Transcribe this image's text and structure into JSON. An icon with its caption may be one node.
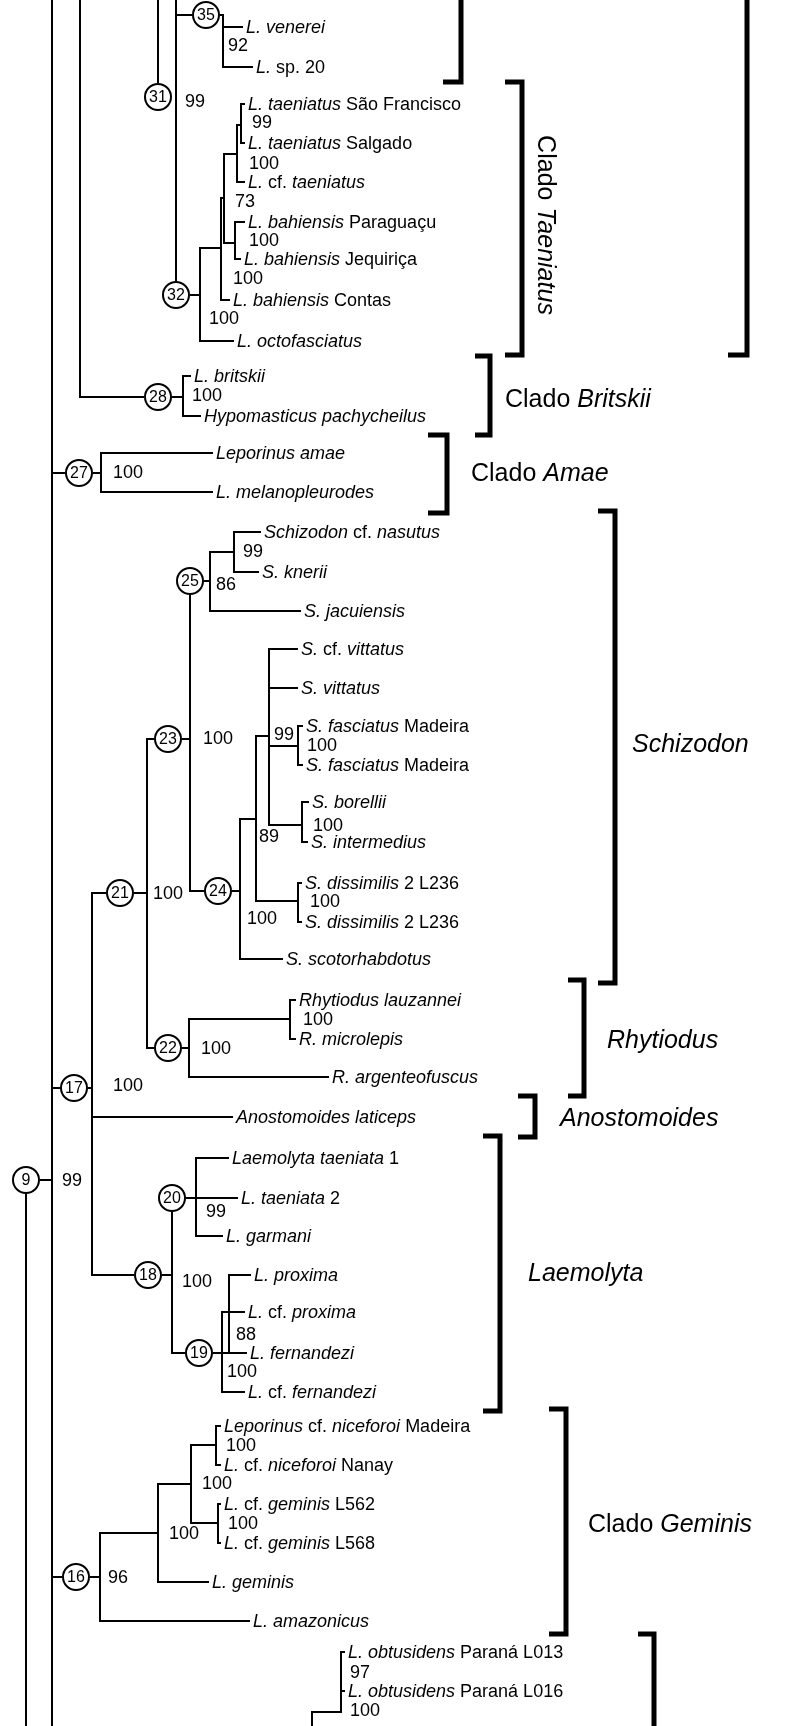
{
  "diagram": {
    "nodes": [
      {
        "text": [
          "35"
        ]
      },
      {
        "text": [
          "L. venerei"
        ]
      },
      {
        "text": [
          "*L.* sp. 20"
        ]
      },
      {
        "text": [
          "31"
        ]
      },
      {
        "text": [
          "*L. taeniatus* São Francisco"
        ]
      },
      {
        "text": [
          "*L. taeniatus* Salgado"
        ]
      },
      {
        "text": [
          "*L.* cf. *taeniatus*"
        ]
      },
      {
        "text": [
          "*L. bahiensis* Paraguaçu"
        ]
      },
      {
        "text": [
          "*L. bahiensis* Jequiriça"
        ]
      },
      {
        "text": [
          "32"
        ]
      },
      {
        "text": [
          "*L. bahiensis* Contas"
        ]
      },
      {
        "text": [
          "L. octofasciatus"
        ]
      },
      {
        "text": [
          "L. britskii"
        ]
      },
      {
        "text": [
          "28"
        ]
      },
      {
        "text": [
          "Hypomasticus pachycheilus"
        ]
      },
      {
        "text": [
          "27"
        ]
      },
      {
        "text": [
          "Leporinus amae"
        ]
      },
      {
        "text": [
          "L. melanopleurodes"
        ]
      },
      {
        "text": [
          "*Schizodon* cf. *nasutus*"
        ]
      },
      {
        "text": [
          "S. knerii"
        ]
      },
      {
        "text": [
          "25"
        ]
      },
      {
        "text": [
          "S. jacuiensis"
        ]
      },
      {
        "text": [
          "*S.* cf. *vittatus*"
        ]
      },
      {
        "text": [
          "S. vittatus"
        ]
      },
      {
        "text": [
          "23"
        ]
      },
      {
        "text": [
          "*S. fasciatus* Madeira"
        ]
      },
      {
        "text": [
          "*S. fasciatus* Madeira"
        ]
      },
      {
        "text": [
          "S. borellii"
        ]
      },
      {
        "text": [
          "S. intermedius"
        ]
      },
      {
        "text": [
          "21"
        ]
      },
      {
        "text": [
          "24"
        ]
      },
      {
        "text": [
          "*S. dissimilis* 2 L236"
        ]
      },
      {
        "text": [
          "*S. dissimilis* 2 L236"
        ]
      },
      {
        "text": [
          "S. scotorhabdotus"
        ]
      },
      {
        "text": [
          "Rhytiodus lauzannei"
        ]
      },
      {
        "text": [
          "R. microlepis"
        ]
      },
      {
        "text": [
          "22"
        ]
      },
      {
        "text": [
          "R. argenteofuscus"
        ]
      },
      {
        "text": [
          "17"
        ]
      },
      {
        "text": [
          "Anostomoides laticeps"
        ]
      },
      {
        "text": [
          "9"
        ]
      },
      {
        "text": [
          "*Laemolyta taeniata* 1"
        ]
      },
      {
        "text": [
          "20"
        ]
      },
      {
        "text": [
          "*L. taeniata* 2"
        ]
      },
      {
        "text": [
          "L. garmani"
        ]
      },
      {
        "text": [
          "18"
        ]
      },
      {
        "text": [
          "L. proxima"
        ]
      },
      {
        "text": [
          "*L.* cf. *proxima*"
        ]
      },
      {
        "text": [
          "L. fernandezi"
        ]
      },
      {
        "text": [
          "19"
        ]
      },
      {
        "text": [
          "*L.* cf. *fernandezi*"
        ]
      },
      {
        "text": [
          "*Leporinus* cf. *niceforoi* Madeira"
        ]
      },
      {
        "text": [
          "*L.* cf. *niceforoi* Nanay"
        ]
      },
      {
        "text": [
          "*L.* cf. *geminis* L562"
        ]
      },
      {
        "text": [
          "*L.* cf. *geminis* L568"
        ]
      },
      {
        "text": [
          "16"
        ]
      },
      {
        "text": [
          "L. geminis"
        ]
      },
      {
        "text": [
          "L. amazonicus"
        ]
      },
      {
        "text": [
          "*L. obtusidens* Paraná L013"
        ]
      },
      {
        "text": [
          "*L. obtusidens* Paraná L016"
        ]
      }
    ],
    "edges": [
      {
        "from": 0,
        "to": 1,
        "arrow": "none"
      },
      {
        "from": 0,
        "to": 2,
        "arrow": "none"
      },
      {
        "from": null,
        "to": 3,
        "arrow": "none"
      },
      {
        "from": 0,
        "to": 9,
        "arrow": "none"
      },
      {
        "from": 9,
        "to": 4,
        "arrow": "none"
      },
      {
        "from": 9,
        "to": 5,
        "arrow": "none"
      },
      {
        "from": 9,
        "to": 6,
        "arrow": "none"
      },
      {
        "from": 9,
        "to": 7,
        "arrow": "none"
      },
      {
        "from": 9,
        "to": 8,
        "arrow": "none"
      },
      {
        "from": 9,
        "to": 10,
        "arrow": "none"
      },
      {
        "from": 9,
        "to": 11,
        "arrow": "none"
      },
      {
        "from": null,
        "to": 13,
        "arrow": "none"
      },
      {
        "from": 13,
        "to": 12,
        "arrow": "none"
      },
      {
        "from": 13,
        "to": 14,
        "arrow": "none"
      },
      {
        "from": 40,
        "to": 15,
        "arrow": "none"
      },
      {
        "from": 15,
        "to": 16,
        "arrow": "none"
      },
      {
        "from": 15,
        "to": 17,
        "arrow": "none"
      },
      {
        "from": 40,
        "to": 38,
        "arrow": "none"
      },
      {
        "from": 40,
        "to": 55,
        "arrow": "none"
      },
      {
        "from": 40,
        "to": null,
        "arrow": "none"
      },
      {
        "from": 40,
        "to": null,
        "arrow": "none"
      },
      {
        "from": null,
        "to": 40,
        "arrow": "none"
      },
      {
        "from": 38,
        "to": 29,
        "arrow": "none"
      },
      {
        "from": 38,
        "to": 39,
        "arrow": "none"
      },
      {
        "from": 38,
        "to": 45,
        "arrow": "none"
      },
      {
        "from": 29,
        "to": 24,
        "arrow": "none"
      },
      {
        "from": 29,
        "to": 36,
        "arrow": "none"
      },
      {
        "from": 24,
        "to": 20,
        "arrow": "none"
      },
      {
        "from": 24,
        "to": 30,
        "arrow": "none"
      },
      {
        "from": 20,
        "to": 18,
        "arrow": "none"
      },
      {
        "from": 20,
        "to": 19,
        "arrow": "none"
      },
      {
        "from": 20,
        "to": 21,
        "arrow": "none"
      },
      {
        "from": 30,
        "to": 22,
        "arrow": "none"
      },
      {
        "from": 30,
        "to": 23,
        "arrow": "none"
      },
      {
        "from": 30,
        "to": 25,
        "arrow": "none"
      },
      {
        "from": 30,
        "to": 26,
        "arrow": "none"
      },
      {
        "from": 30,
        "to": 27,
        "arrow": "none"
      },
      {
        "from": 30,
        "to": 28,
        "arrow": "none"
      },
      {
        "from": 30,
        "to": 31,
        "arrow": "none"
      },
      {
        "from": 30,
        "to": 32,
        "arrow": "none"
      },
      {
        "from": 30,
        "to": 33,
        "arrow": "none"
      },
      {
        "from": 36,
        "to": 34,
        "arrow": "none"
      },
      {
        "from": 36,
        "to": 35,
        "arrow": "none"
      },
      {
        "from": 36,
        "to": 37,
        "arrow": "none"
      },
      {
        "from": 45,
        "to": 42,
        "arrow": "none"
      },
      {
        "from": 45,
        "to": 49,
        "arrow": "none"
      },
      {
        "from": 42,
        "to": 41,
        "arrow": "none"
      },
      {
        "from": 42,
        "to": 43,
        "arrow": "none"
      },
      {
        "from": 42,
        "to": 44,
        "arrow": "none"
      },
      {
        "from": 49,
        "to": 46,
        "arrow": "none"
      },
      {
        "from": 49,
        "to": 47,
        "arrow": "none"
      },
      {
        "from": 49,
        "to": 48,
        "arrow": "none"
      },
      {
        "from": 49,
        "to": 50,
        "arrow": "none"
      },
      {
        "from": 55,
        "to": 51,
        "arrow": "none"
      },
      {
        "from": 55,
        "to": 52,
        "arrow": "none"
      },
      {
        "from": 55,
        "to": 53,
        "arrow": "none"
      },
      {
        "from": 55,
        "to": 54,
        "arrow": "none"
      },
      {
        "from": 55,
        "to": 56,
        "arrow": "none"
      },
      {
        "from": 55,
        "to": 57,
        "arrow": "none"
      },
      {
        "from": null,
        "to": 58,
        "arrow": "none"
      },
      {
        "from": null,
        "to": 59,
        "arrow": "none"
      },
      {
        "from": null,
        "to": 0,
        "arrow": "none"
      }
    ],
    "labels": [
      "92",
      "99",
      "99",
      "100",
      "73",
      "Clado *Taeniatus*",
      "100",
      "100",
      "100",
      "100",
      "Clado *Britskii*",
      "100",
      "Clado *Amae*",
      "99",
      "86",
      "99",
      "100",
      "Schizodon",
      "100",
      "100",
      "89",
      "100",
      "100",
      "100",
      "100",
      "100",
      "Rhytiodus",
      "100",
      "Anostomoides",
      "99",
      "99",
      "Laemolyta",
      "100",
      "88",
      "100",
      "100",
      "100",
      "100",
      "Clado *Geminis*",
      "100",
      "96",
      "97",
      "100"
    ]
  }
}
